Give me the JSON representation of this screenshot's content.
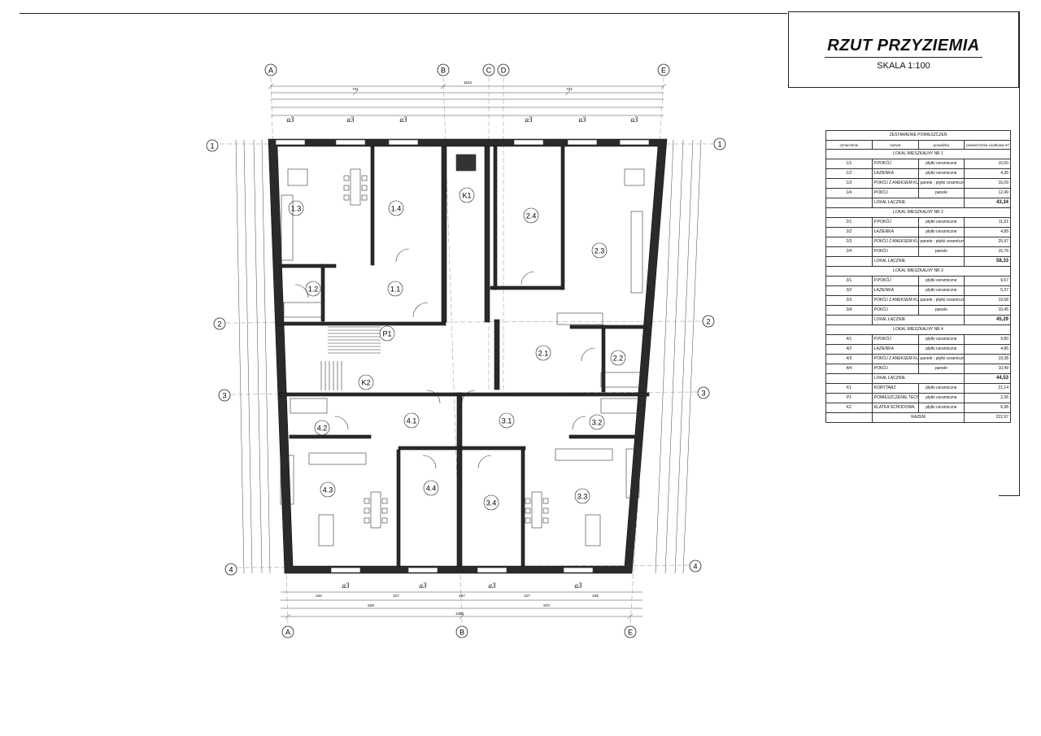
{
  "title": {
    "main": "RZUT PRZYZIEMIA",
    "scale": "SKALA 1:100"
  },
  "axes": {
    "top": [
      "A",
      "B",
      "C",
      "D",
      "E"
    ],
    "bottom": [
      "A",
      "B",
      "E"
    ],
    "left": [
      "1",
      "2",
      "3",
      "4"
    ],
    "right": [
      "1",
      "2",
      "3",
      "4"
    ]
  },
  "window_tag": "a3",
  "rooms": {
    "r1_1": "1.1",
    "r1_2": "1.2",
    "r1_3": "1.3",
    "r1_4": "1.4",
    "r2_1": "2.1",
    "r2_2": "2.2",
    "r2_3": "2.3",
    "r2_4": "2.4",
    "r3_1": "3.1",
    "r3_2": "3.2",
    "r3_3": "3.3",
    "r3_4": "3.4",
    "r4_1": "4.1",
    "r4_2": "4.2",
    "r4_3": "4.3",
    "r4_4": "4.4",
    "k1": "K1",
    "k2": "K2",
    "p1": "P1"
  },
  "table": {
    "caption": "ZESTAWIENIE POMIESZCZEŃ",
    "head": [
      "oznaczenie",
      "nazwa",
      "posadzka",
      "powierzchnia użytkowa m²"
    ],
    "sections": [
      {
        "name": "LOKAL MIESZKALNY NR 1",
        "rows": [
          [
            "1/1",
            "P.POKÓJ",
            "płytki ceramiczne",
            "10,50"
          ],
          [
            "1/2",
            "ŁAZIENKA",
            "płytki ceramiczne",
            "4,36"
          ],
          [
            "1/3",
            "POKÓJ Z ANEKSEM KUCHENNYM",
            "panele ; płytki ceramiczne",
            "16,09"
          ],
          [
            "1/4",
            "POKÓJ",
            "panele",
            "12,49"
          ]
        ],
        "sum_label": "LOKAL ŁĄCZNIE",
        "sum": "43,34"
      },
      {
        "name": "LOKAL MIESZKALNY NR 2",
        "rows": [
          [
            "2/1",
            "P.POKÓJ",
            "płytki ceramiczne",
            "11,61"
          ],
          [
            "2/2",
            "ŁAZIENKA",
            "płytki ceramiczne",
            "4,89"
          ],
          [
            "2/3",
            "POKÓJ Z ANEKSEM KUCHENNYM",
            "panele ; płytki ceramiczne",
            "25,97"
          ],
          [
            "2/4",
            "POKÓJ",
            "panele",
            "15,76"
          ]
        ],
        "sum_label": "LOKAL ŁĄCZNIE",
        "sum": "58,33"
      },
      {
        "name": "LOKAL MIESZKALNY NR 3",
        "rows": [
          [
            "3/1",
            "P.POKÓJ",
            "płytki ceramiczne",
            "9,67"
          ],
          [
            "3/2",
            "ŁAZIENKA",
            "płytki ceramiczne",
            "5,37"
          ],
          [
            "3/3",
            "POKÓJ Z ANEKSEM KUCHENNYM",
            "panele ; płytki ceramiczne",
            "19,68"
          ],
          [
            "3/4",
            "POKÓJ",
            "panele",
            "10,45"
          ]
        ],
        "sum_label": "LOKAL ŁĄCZNIE",
        "sum": "45,29"
      },
      {
        "name": "LOKAL MIESZKALNY NR 4",
        "rows": [
          [
            "4/1",
            "P.POKÓJ",
            "płytki ceramiczne",
            "9,80"
          ],
          [
            "4/2",
            "ŁAZIENKA",
            "płytki ceramiczne",
            "4,86"
          ],
          [
            "4/3",
            "POKÓJ Z ANEKSEM KUCHENNYM",
            "panele ; płytki ceramiczne",
            "19,38"
          ],
          [
            "4/4",
            "POKÓJ",
            "panele",
            "10,49"
          ]
        ],
        "sum_label": "LOKAL ŁĄCZNIE",
        "sum": "44,53"
      }
    ],
    "extra": [
      [
        "K1",
        "KORYTARZ",
        "płytki ceramiczne",
        "21,14"
      ],
      [
        "P1",
        "POMIESZCZENIE TECHNICZNE",
        "płytki ceramiczne",
        "2,36"
      ],
      [
        "K2",
        "KLATKA SCHODOWA",
        "płytki ceramiczne",
        "6,98"
      ]
    ],
    "total_label": "RAZEM",
    "total": "222,97"
  },
  "dims": {
    "top_overall": "1613",
    "top_row2": [
      "741",
      "724"
    ],
    "bottom_overall": "1488",
    "bottom_row2": [
      "529",
      "870"
    ],
    "bottom_row1": [
      "244",
      "317",
      "267",
      "317",
      "249"
    ]
  }
}
